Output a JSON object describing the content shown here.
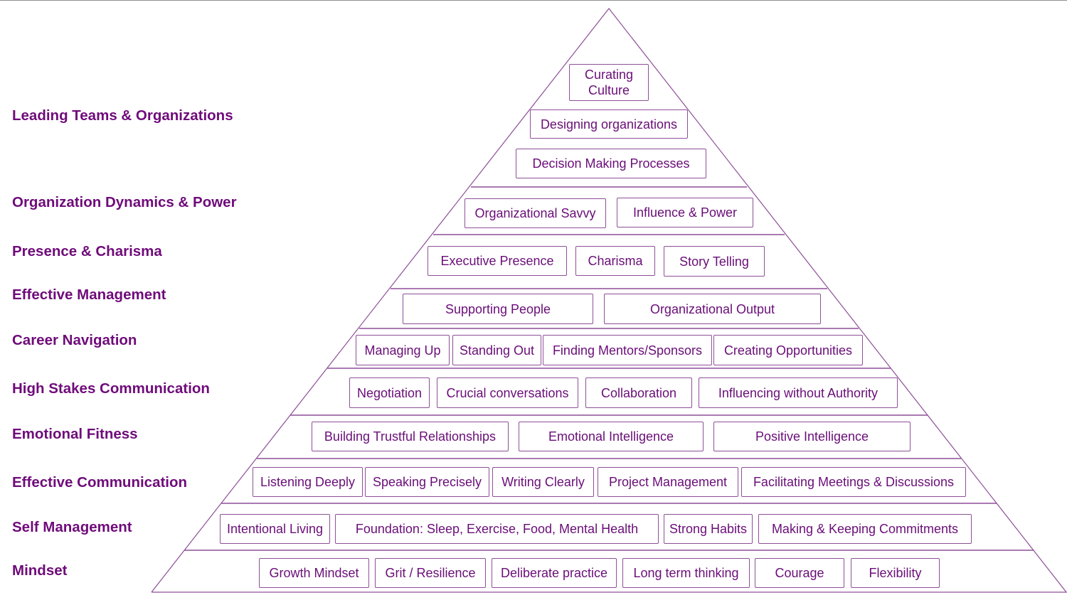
{
  "levels": [
    "Leading Teams & Organizations",
    "Organization Dynamics & Power",
    "Presence & Charisma",
    "Effective Management",
    "Career Navigation",
    "High Stakes Communication",
    "Emotional Fitness",
    "Effective Communication",
    "Self Management",
    "Mindset"
  ],
  "skills": {
    "leading": [
      "Curating Culture",
      "Designing organizations",
      "Decision Making Processes"
    ],
    "org_dynamics": [
      "Organizational Savvy",
      "Influence & Power"
    ],
    "presence": [
      "Executive Presence",
      "Charisma",
      "Story Telling"
    ],
    "management": [
      "Supporting People",
      "Organizational Output"
    ],
    "career": [
      "Managing Up",
      "Standing Out",
      "Finding Mentors/Sponsors",
      "Creating Opportunities"
    ],
    "high_stakes": [
      "Negotiation",
      "Crucial conversations",
      "Collaboration",
      "Influencing without Authority"
    ],
    "emotional": [
      "Building Trustful Relationships",
      "Emotional Intelligence",
      "Positive Intelligence"
    ],
    "communication": [
      "Listening Deeply",
      "Speaking Precisely",
      "Writing Clearly",
      "Project Management",
      "Facilitating Meetings & Discussions"
    ],
    "self_mgmt": [
      "Intentional Living",
      "Foundation: Sleep, Exercise, Food, Mental Health",
      "Strong Habits",
      "Making & Keeping Commitments"
    ],
    "mindset": [
      "Growth Mindset",
      "Grit / Resilience",
      "Deliberate practice",
      "Long term thinking",
      "Courage",
      "Flexibility"
    ]
  },
  "colors": {
    "text": "#6f0b7a",
    "lines": "#8e4f98",
    "background": "#ffffff"
  }
}
